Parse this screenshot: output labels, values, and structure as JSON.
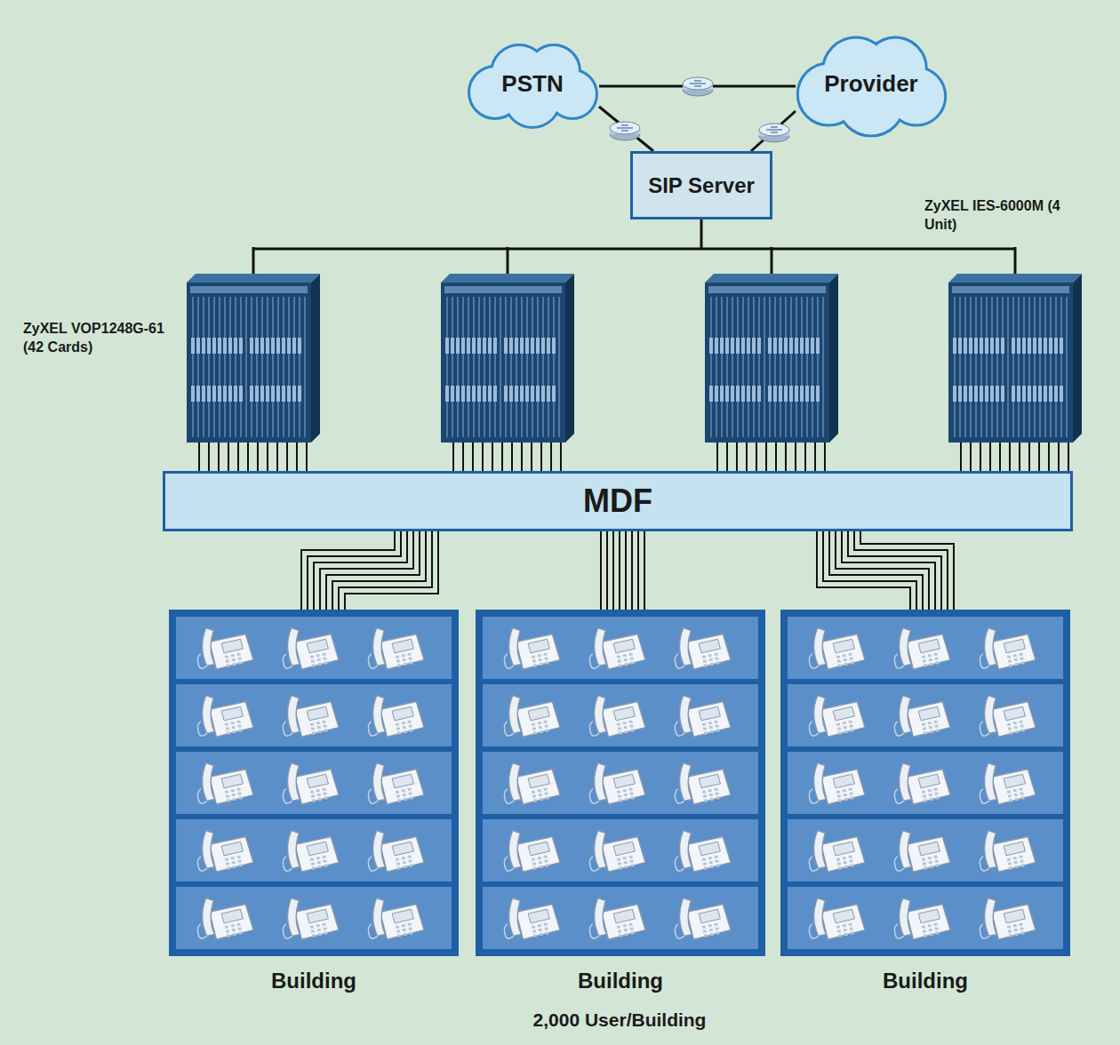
{
  "diagram": {
    "nodes": [
      {
        "text": [
          "PSTN"
        ]
      },
      {
        "text": [
          "Provider"
        ]
      },
      {
        "text": [
          "SIP Server"
        ]
      },
      {
        "text": [
          "MDF"
        ]
      },
      {
        "text": [
          "Building"
        ]
      },
      {
        "text": [
          "Building"
        ]
      },
      {
        "text": [
          "Building"
        ]
      }
    ],
    "edges": [
      {
        "from": 0,
        "to": 1,
        "arrow": "none"
      },
      {
        "from": 0,
        "to": 2,
        "arrow": "none"
      },
      {
        "from": 1,
        "to": 2,
        "arrow": "none"
      },
      {
        "from": 3,
        "to": 4,
        "arrow": "none"
      },
      {
        "from": 3,
        "to": 5,
        "arrow": "none"
      },
      {
        "from": 3,
        "to": 6,
        "arrow": "none"
      }
    ],
    "labels": [
      "ZyXEL IES-6000M (4 Unit)",
      "ZyXEL VOP1248G-61 (42 Cards)",
      "2,000 User/Building"
    ]
  }
}
